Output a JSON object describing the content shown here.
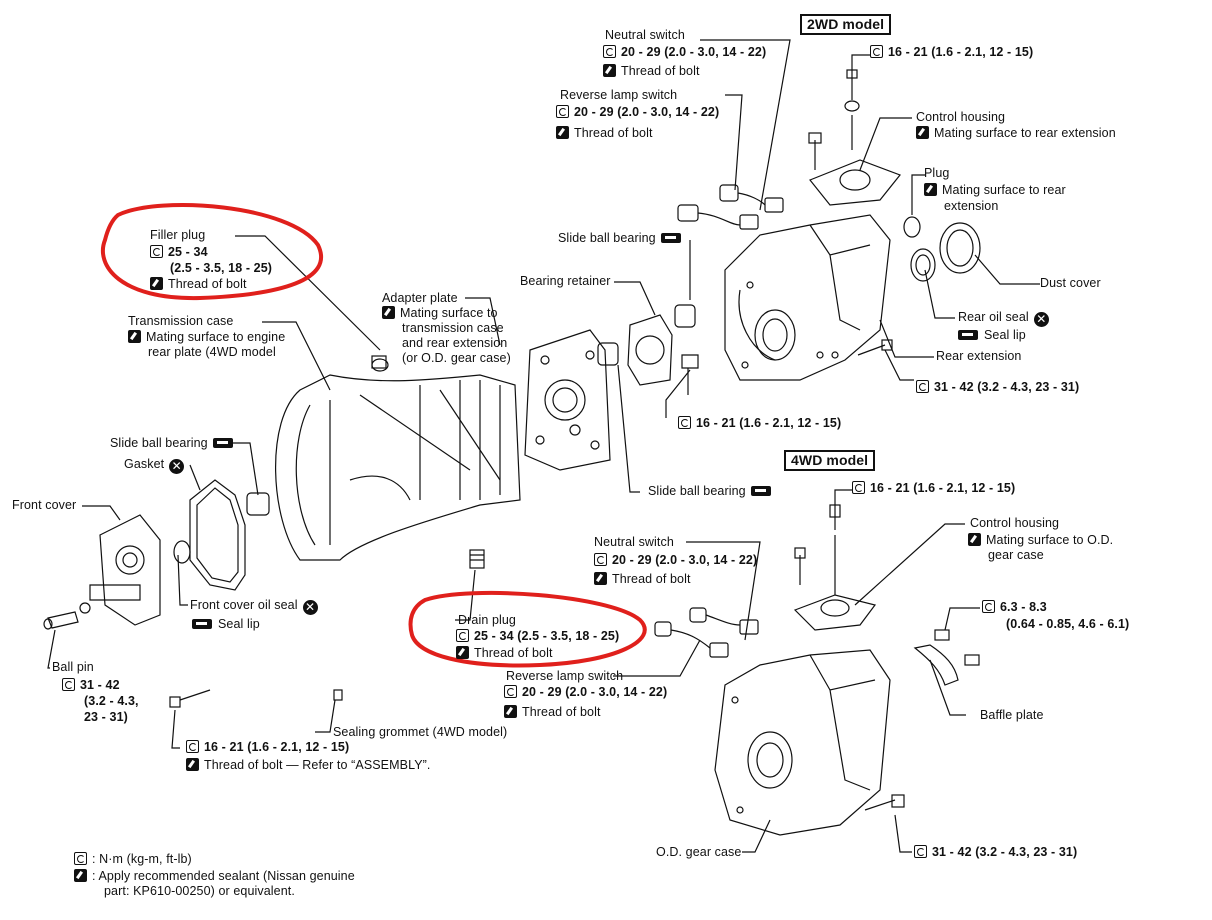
{
  "model_2wd": "2WD model",
  "model_4wd": "4WD model",
  "labels": {
    "neutral_switch": "Neutral switch",
    "neutral_switch_torque": "20 - 29 (2.0 - 3.0, 14 - 22)",
    "thread_of_bolt": "Thread of bolt",
    "reverse_lamp_switch": "Reverse lamp switch",
    "reverse_lamp_torque": "20 - 29 (2.0 - 3.0, 14 - 22)",
    "top_torque_2wd": "16 - 21 (1.6 - 2.1, 12 - 15)",
    "control_housing": "Control housing",
    "mating_rear_extension": "Mating surface to rear extension",
    "plug": "Plug",
    "plug_mating_line1": "Mating surface to rear",
    "plug_mating_line2": "extension",
    "slide_ball_bearing": "Slide ball bearing",
    "dust_cover": "Dust cover",
    "filler_plug": "Filler plug",
    "filler_torque_line1": "25 - 34",
    "filler_torque_line2": "(2.5 - 3.5, 18 - 25)",
    "bearing_retainer": "Bearing retainer",
    "rear_oil_seal": "Rear oil seal",
    "seal_lip": "Seal lip",
    "adapter_plate": "Adapter plate",
    "adapter_line1": "Mating surface to",
    "adapter_line2": "transmission case",
    "adapter_line3": "and rear extension",
    "adapter_line4": "(or O.D. gear case)",
    "transmission_case": "Transmission case",
    "trans_line1": "Mating surface to engine",
    "trans_line2": "rear plate (4WD model",
    "rear_extension": "Rear extension",
    "rear_ext_torque": "31 - 42 (3.2 - 4.3, 23 - 31)",
    "retainer_torque": "16 - 21 (1.6 - 2.1, 12 - 15)",
    "gasket": "Gasket",
    "front_cover": "Front cover",
    "top_torque_4wd": "16 - 21 (1.6 - 2.1, 12 - 15)",
    "control_housing_4wd": "Control housing",
    "mating_od_line1": "Mating surface to O.D.",
    "mating_od_line2": "gear case",
    "neutral_switch_4wd_torque": "20 - 29 (2.0 - 3.0, 14 - 22)",
    "front_cover_oil_seal": "Front cover oil seal",
    "baffle_torque_line1": "6.3 - 8.3",
    "baffle_torque_line2": "(0.64 - 0.85, 4.6 - 6.1)",
    "drain_plug": "Drain plug",
    "drain_torque": "25 - 34 (2.5 - 3.5, 18 - 25)",
    "ball_pin": "Ball pin",
    "ball_pin_torque_line1": "31 - 42",
    "ball_pin_torque_line2": "(3.2 - 4.3,",
    "ball_pin_torque_line3": "23 - 31)",
    "reverse_lamp_4wd_torque": "20 - 29 (2.0 - 3.0, 14 - 22)",
    "baffle_plate": "Baffle plate",
    "sealing_grommet": "Sealing grommet (4WD model)",
    "front_cover_bolt_torque": "16 - 21 (1.6 - 2.1, 12 - 15)",
    "thread_refer": "Thread of bolt — Refer to “ASSEMBLY”.",
    "od_gear_case": "O.D. gear case",
    "od_torque": "31 - 42 (3.2 - 4.3, 23 - 31)"
  },
  "legend": {
    "torque_unit": ": N·m (kg-m, ft-lb)",
    "sealant_line1": ": Apply recommended sealant (Nissan genuine",
    "sealant_line2": "part: KP610-00250) or equivalent."
  },
  "icons": [
    "torque-wrench-icon",
    "sealant-icon",
    "grease-icon",
    "replace-icon"
  ],
  "highlight_color": "#e0201c"
}
